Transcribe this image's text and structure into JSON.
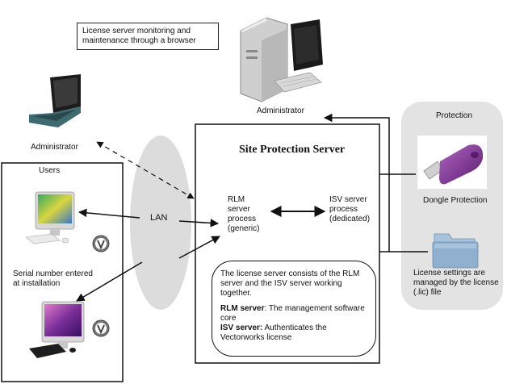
{
  "note": {
    "line1": "License server monitoring and",
    "line2": "maintenance through a browser"
  },
  "admin_top": {
    "label": "Administrator"
  },
  "admin_laptop": {
    "label": "Administrator"
  },
  "users": {
    "title": "Users",
    "serial_line1": "Serial number entered",
    "serial_line2": "at installation"
  },
  "lan": {
    "label": "LAN"
  },
  "site_server": {
    "title": "Site Protection Server",
    "rlm_process": [
      "RLM",
      "server",
      "process",
      "(generic)"
    ],
    "isv_process": [
      "ISV server",
      "process",
      "(dedicated)"
    ]
  },
  "info_box": {
    "intro": "The license server consists of the RLM server and the ISV server working together.",
    "rlm_term": "RLM server",
    "rlm_desc": ": The management software core",
    "isv_term": "ISV server:",
    "isv_desc": " Authenticates the Vectorworks license"
  },
  "protection": {
    "title": "Protection",
    "dongle_label": "Dongle Protection",
    "license_file_line1": "License settings are",
    "license_file_line2": "managed by the license",
    "license_file_line3": "(.lic) file"
  },
  "colors": {
    "protection_panel": "#e3e3e3",
    "lan_ellipse": "#dcdcdc",
    "dongle": "#7a2a8c",
    "folder": "#8fb0cf"
  }
}
